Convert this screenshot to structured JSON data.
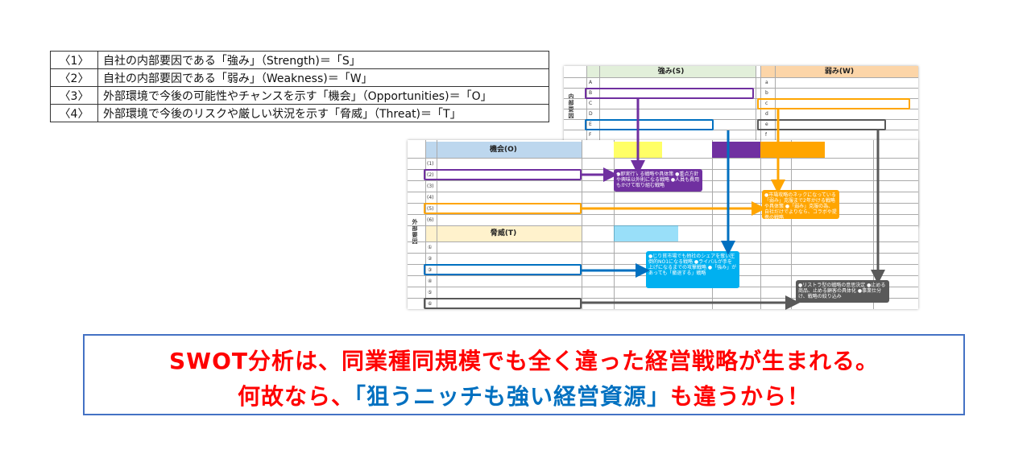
{
  "legend": [
    {
      "num": "〈1〉",
      "text": "自社の内部要因である「強み」（Strength)＝「S」"
    },
    {
      "num": "〈2〉",
      "text": "自社の内部要因である「弱み」（Weakness)＝「W」"
    },
    {
      "num": "〈3〉",
      "text": "外部環境で今後の可能性やチャンスを示す「機会」（Opportunities)＝「O」"
    },
    {
      "num": "〈4〉",
      "text": "外部環境で今後のリスクや厳しい状況を示す「脅威」（Threat)＝「T」"
    }
  ],
  "sheet1": {
    "strength_header": "強み(S)",
    "weakness_header": "弱み(W)",
    "side_label": "内部要因",
    "s_rows": [
      "A",
      "B",
      "C",
      "D",
      "E",
      "F"
    ],
    "w_rows": [
      "a",
      "b",
      "c",
      "d",
      "e",
      "f"
    ]
  },
  "sheet2": {
    "opportunity_header": "機会(O)",
    "threat_header": "脅威(T)",
    "side_label": "外部要因",
    "o_rows": [
      "(1)",
      "(2)",
      "(3)",
      "(4)",
      "(5)",
      "(6)"
    ],
    "t_rows": [
      "①",
      "②",
      "③",
      "④",
      "⑤",
      "⑥"
    ],
    "box_purple": "●即実行する戦略や具体策 ●重点方針や興味以外則になる戦略 ●人員も費用もかけて取り組む戦略",
    "box_orange": "●市場攻略のネックになっている「弱み」克服まで2年かける戦略や具体策 ●「弱み」克服の為、自社だけでよりなら、コラボや提携の戦略",
    "box_blue": "●じり貧市場でも他社のシェアを奪い圧倒的NO1になる戦略 ●ライバルが手を上げになるまでの攻撃戦略 ●「強み」があっても「撤退する」戦略",
    "box_gray": "●リストラ型の戦略の意思決定 ●止める商品、止める顧客の具体化 ●事業仕分け、戦略の絞り込み"
  },
  "banner": {
    "line1": "SWOT分析は、同業種同規模でも全く違った経営戦略が生まれる。",
    "line2_pre": "何故なら、",
    "line2_blue": "「狙うニッチも強い経営資源」",
    "line2_post": "も違うから！"
  },
  "colors": {
    "purple": "#7030a0",
    "orange": "#ffa500",
    "blue": "#0070c0",
    "gray": "#595959",
    "cyan": "#00b0f0",
    "banner_border": "#4472c4",
    "banner_red": "#ff0000"
  }
}
